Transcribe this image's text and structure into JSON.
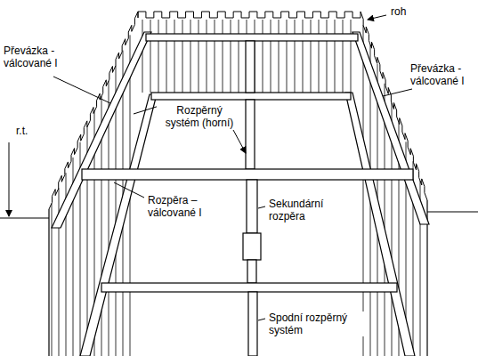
{
  "diagram": {
    "labels": [
      "roh",
      "Převázka - válcované I",
      "Převázka - válcované I",
      "r.t.",
      "Rozpěrný systém (horní)",
      "Rozpěra – válcované I",
      "Sekundární rozpěra",
      "Spodní rozpěrný systém"
    ]
  }
}
